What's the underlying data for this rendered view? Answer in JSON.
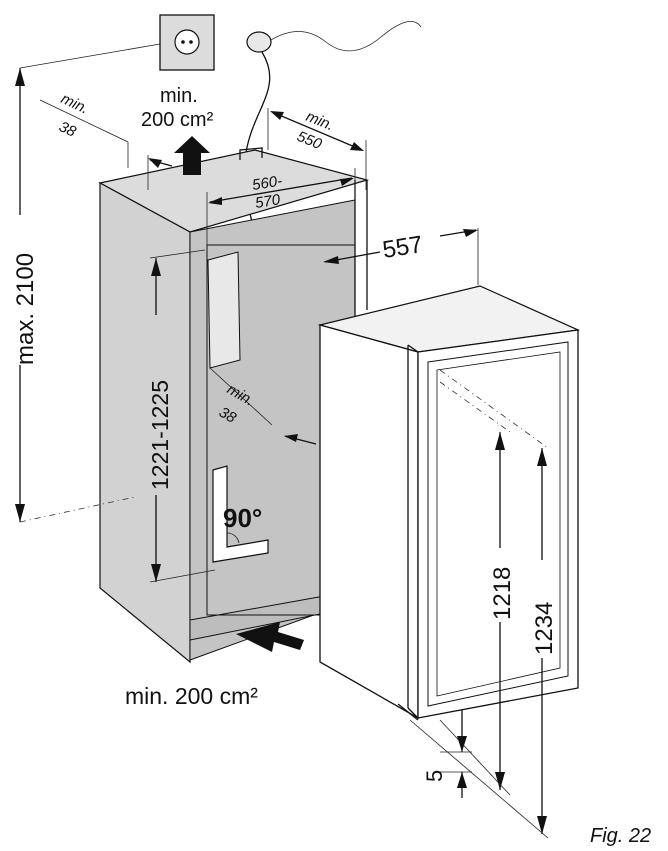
{
  "labels": {
    "vent_top_line1": "min.",
    "vent_top_line2": "200 cm²",
    "vent_bottom": "min. 200 cm²",
    "min38_top_line1": "min.",
    "min38_top_line2": "38",
    "min550_line1": "min.",
    "min550_line2": "550",
    "width_line1": "560-",
    "width_line2": "570",
    "depth_557": "557",
    "max_height": "max. 2100",
    "niche_height": "1221-1225",
    "min38_inner_line1": "min.",
    "min38_inner_line2": "38",
    "angle": "90°",
    "appliance_1218": "1218",
    "appliance_1234": "1234",
    "gap_5": "5",
    "figure_caption": "Fig. 22"
  },
  "colors": {
    "cabinet_side": "#d6d6d6",
    "cabinet_back": "#c2c2c2",
    "cabinet_top": "#dcdcdc",
    "appliance_body": "#ffffff",
    "ink": "#111111"
  }
}
